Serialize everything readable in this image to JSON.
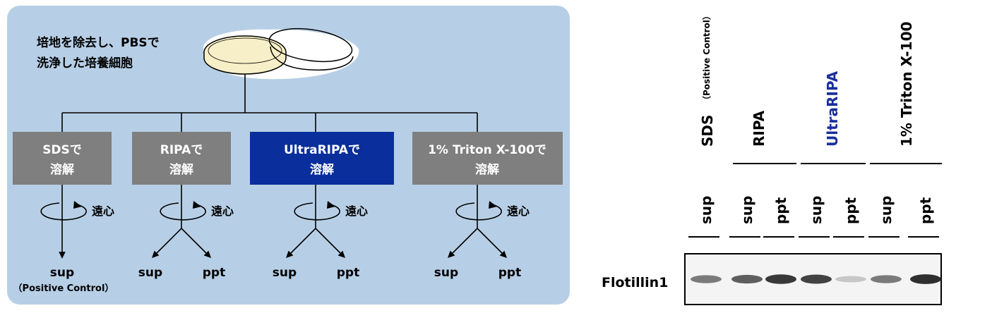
{
  "diagram": {
    "intro_label": [
      "培地を除去し、PBSで",
      "洗浄した培養細胞"
    ],
    "centrifuge_label": "遠心",
    "methods": [
      {
        "lines": [
          "SDSで",
          "溶解"
        ],
        "color": "#7f7f7f",
        "outputs": [
          "sup"
        ],
        "note": "（Positive Control）"
      },
      {
        "lines": [
          "RIPAで",
          "溶解"
        ],
        "color": "#7f7f7f",
        "outputs": [
          "sup",
          "ppt"
        ]
      },
      {
        "lines": [
          "UltraRIPAで",
          "溶解"
        ],
        "color": "#0a2f9c",
        "outputs": [
          "sup",
          "ppt"
        ]
      },
      {
        "lines": [
          "1% Triton X-100で",
          "溶解"
        ],
        "color": "#7f7f7f",
        "outputs": [
          "sup",
          "ppt"
        ]
      }
    ],
    "colors": {
      "panel": "#b7cfe6",
      "line": "#000000",
      "box_text": "#ffffff"
    }
  },
  "blot": {
    "groups": [
      {
        "label": "SDS",
        "sub": "（Positive Control）",
        "color": "#000000"
      },
      {
        "label": "RIPA",
        "color": "#000000"
      },
      {
        "label": "UltraRIPA",
        "color": "#1b2f9a"
      },
      {
        "label": "1% Triton X-100",
        "color": "#000000"
      }
    ],
    "lanes": [
      "sup",
      "sup",
      "ppt",
      "sup",
      "ppt",
      "sup",
      "ppt"
    ],
    "protein": "Flotillin1",
    "band_intensity": [
      0.55,
      0.7,
      0.9,
      0.85,
      0.15,
      0.55,
      0.95
    ]
  }
}
